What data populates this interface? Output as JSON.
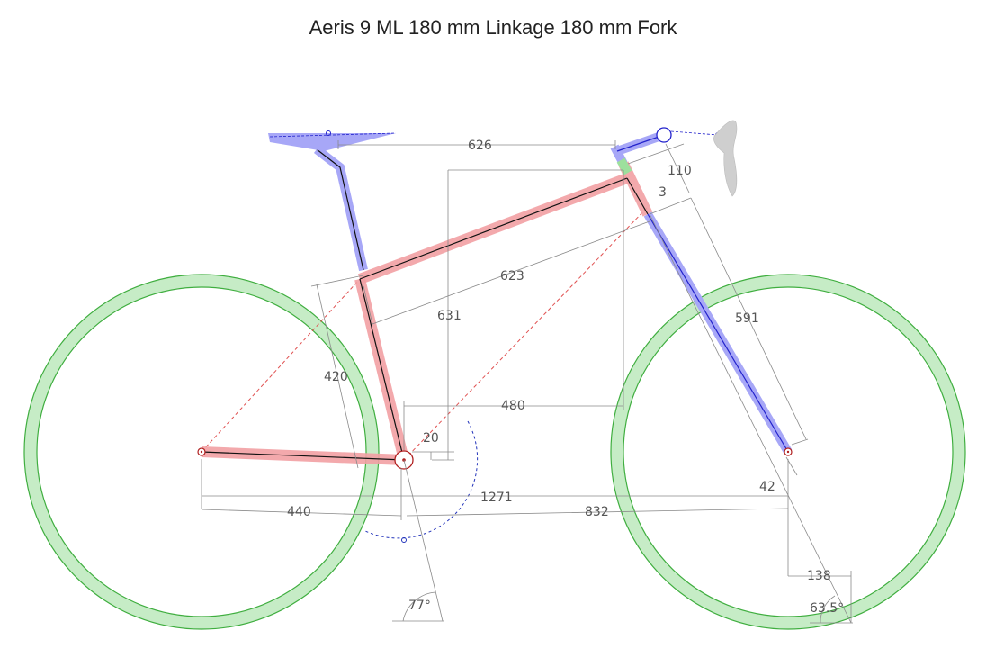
{
  "title": "Aeris 9 ML 180 mm Linkage 180 mm Fork",
  "dimensions": {
    "reach_top": "626",
    "stack": "631",
    "top_tube": "623",
    "seat_tube": "420",
    "headset_spacer": "110",
    "head_offset": "3",
    "fork_length": "591",
    "front_center_h": "480",
    "bb_drop": "20",
    "wheelbase": "1271",
    "chainstay": "440",
    "front_center": "832",
    "fork_offset": "42",
    "trail": "138",
    "seat_angle": "77°",
    "head_angle": "63.5°"
  },
  "colors": {
    "frame": "#f2a0a4",
    "components": "#a7a7f7",
    "wheels": "#c6ecc6",
    "dashed": "#e05050"
  }
}
